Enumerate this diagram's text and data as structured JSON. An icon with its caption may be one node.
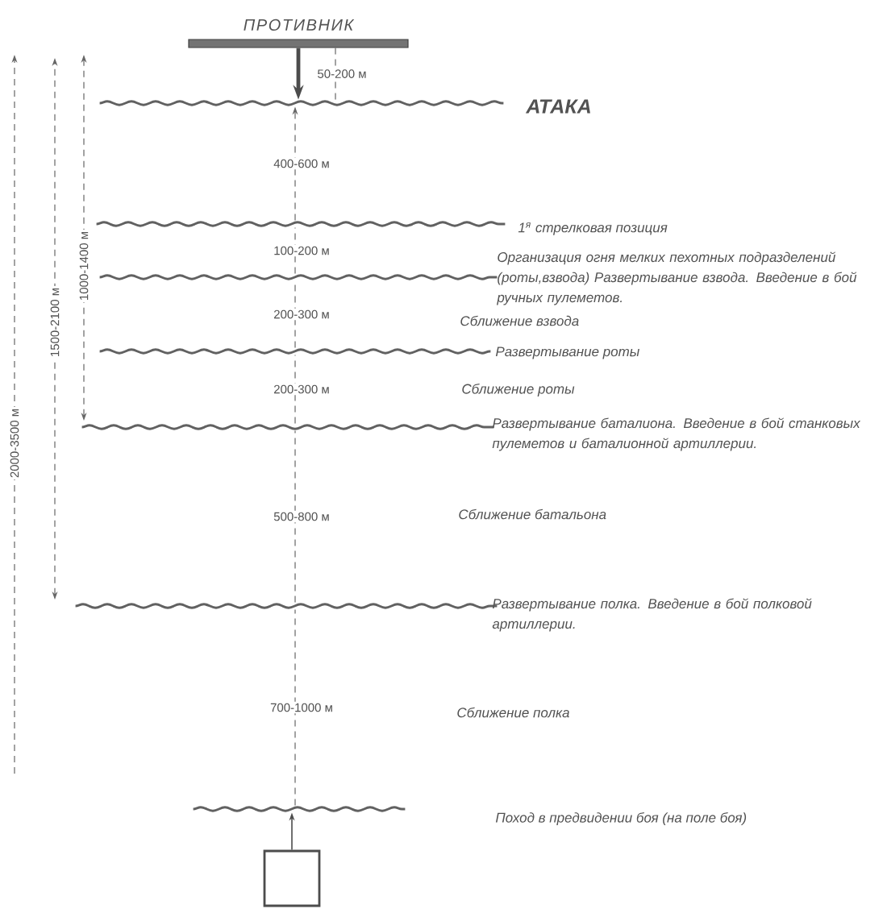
{
  "diagram": {
    "nodes": [
      {
        "text": [
          "ПРОТИВНИК"
        ]
      },
      {
        "text": [],
        "shape": "line",
        "beside": [
          "АТАКА"
        ]
      },
      {
        "text": [],
        "shape": "line",
        "beside": [
          "1$^{я}$ стрелковая позиция"
        ]
      },
      {
        "text": [],
        "shape": "line",
        "beside": [
          "Организация огня мелких пехотных подразделений (роты,взвода) Развертывание взвода. Введение в бой ручных пулеметов."
        ]
      },
      {
        "text": [],
        "shape": "line",
        "beside": [
          "Развертывание роты"
        ]
      },
      {
        "text": [],
        "shape": "line",
        "beside": [
          "Развертывание баталиона. Введение в бой станковых пулеметов и баталионной артиллерии."
        ]
      },
      {
        "text": [],
        "shape": "line",
        "beside": [
          "Развертывание полка. Введение в бой полковой артиллерии."
        ]
      },
      {
        "text": [],
        "shape": "line"
      },
      {
        "text": [],
        "shape": "box"
      }
    ],
    "edges": [
      {
        "from": 0,
        "to": 1,
        "arrow": "to",
        "style": "thick"
      },
      {
        "from": 0,
        "to": 1,
        "arrow": "none",
        "style": "dashed",
        "label": "50-200 м"
      },
      {
        "from": 2,
        "to": 1,
        "arrow": "to",
        "style": "dashed",
        "label": "400-600 м"
      },
      {
        "from": 3,
        "to": 2,
        "arrow": "none",
        "style": "dashed",
        "label": "100-200 м"
      },
      {
        "from": 4,
        "to": 3,
        "arrow": "none",
        "style": "dashed",
        "label": "200-300 м"
      },
      {
        "from": 5,
        "to": 4,
        "arrow": "none",
        "style": "dashed",
        "label": "200-300 м"
      },
      {
        "from": 6,
        "to": 5,
        "arrow": "none",
        "style": "dashed",
        "label": "500-800 м"
      },
      {
        "from": 7,
        "to": 6,
        "arrow": "none",
        "style": "dashed",
        "label": "700-1000 м"
      },
      {
        "from": 8,
        "to": 7,
        "arrow": "to"
      }
    ],
    "labels": [
      "1000-1400 м",
      "Сближение взвода",
      "1500-2100 м",
      "Сближение роты",
      "2000-3500 м",
      "Сближение батальона",
      "Сближение полка",
      "Поход в предвидении боя (на поле боя)"
    ]
  }
}
